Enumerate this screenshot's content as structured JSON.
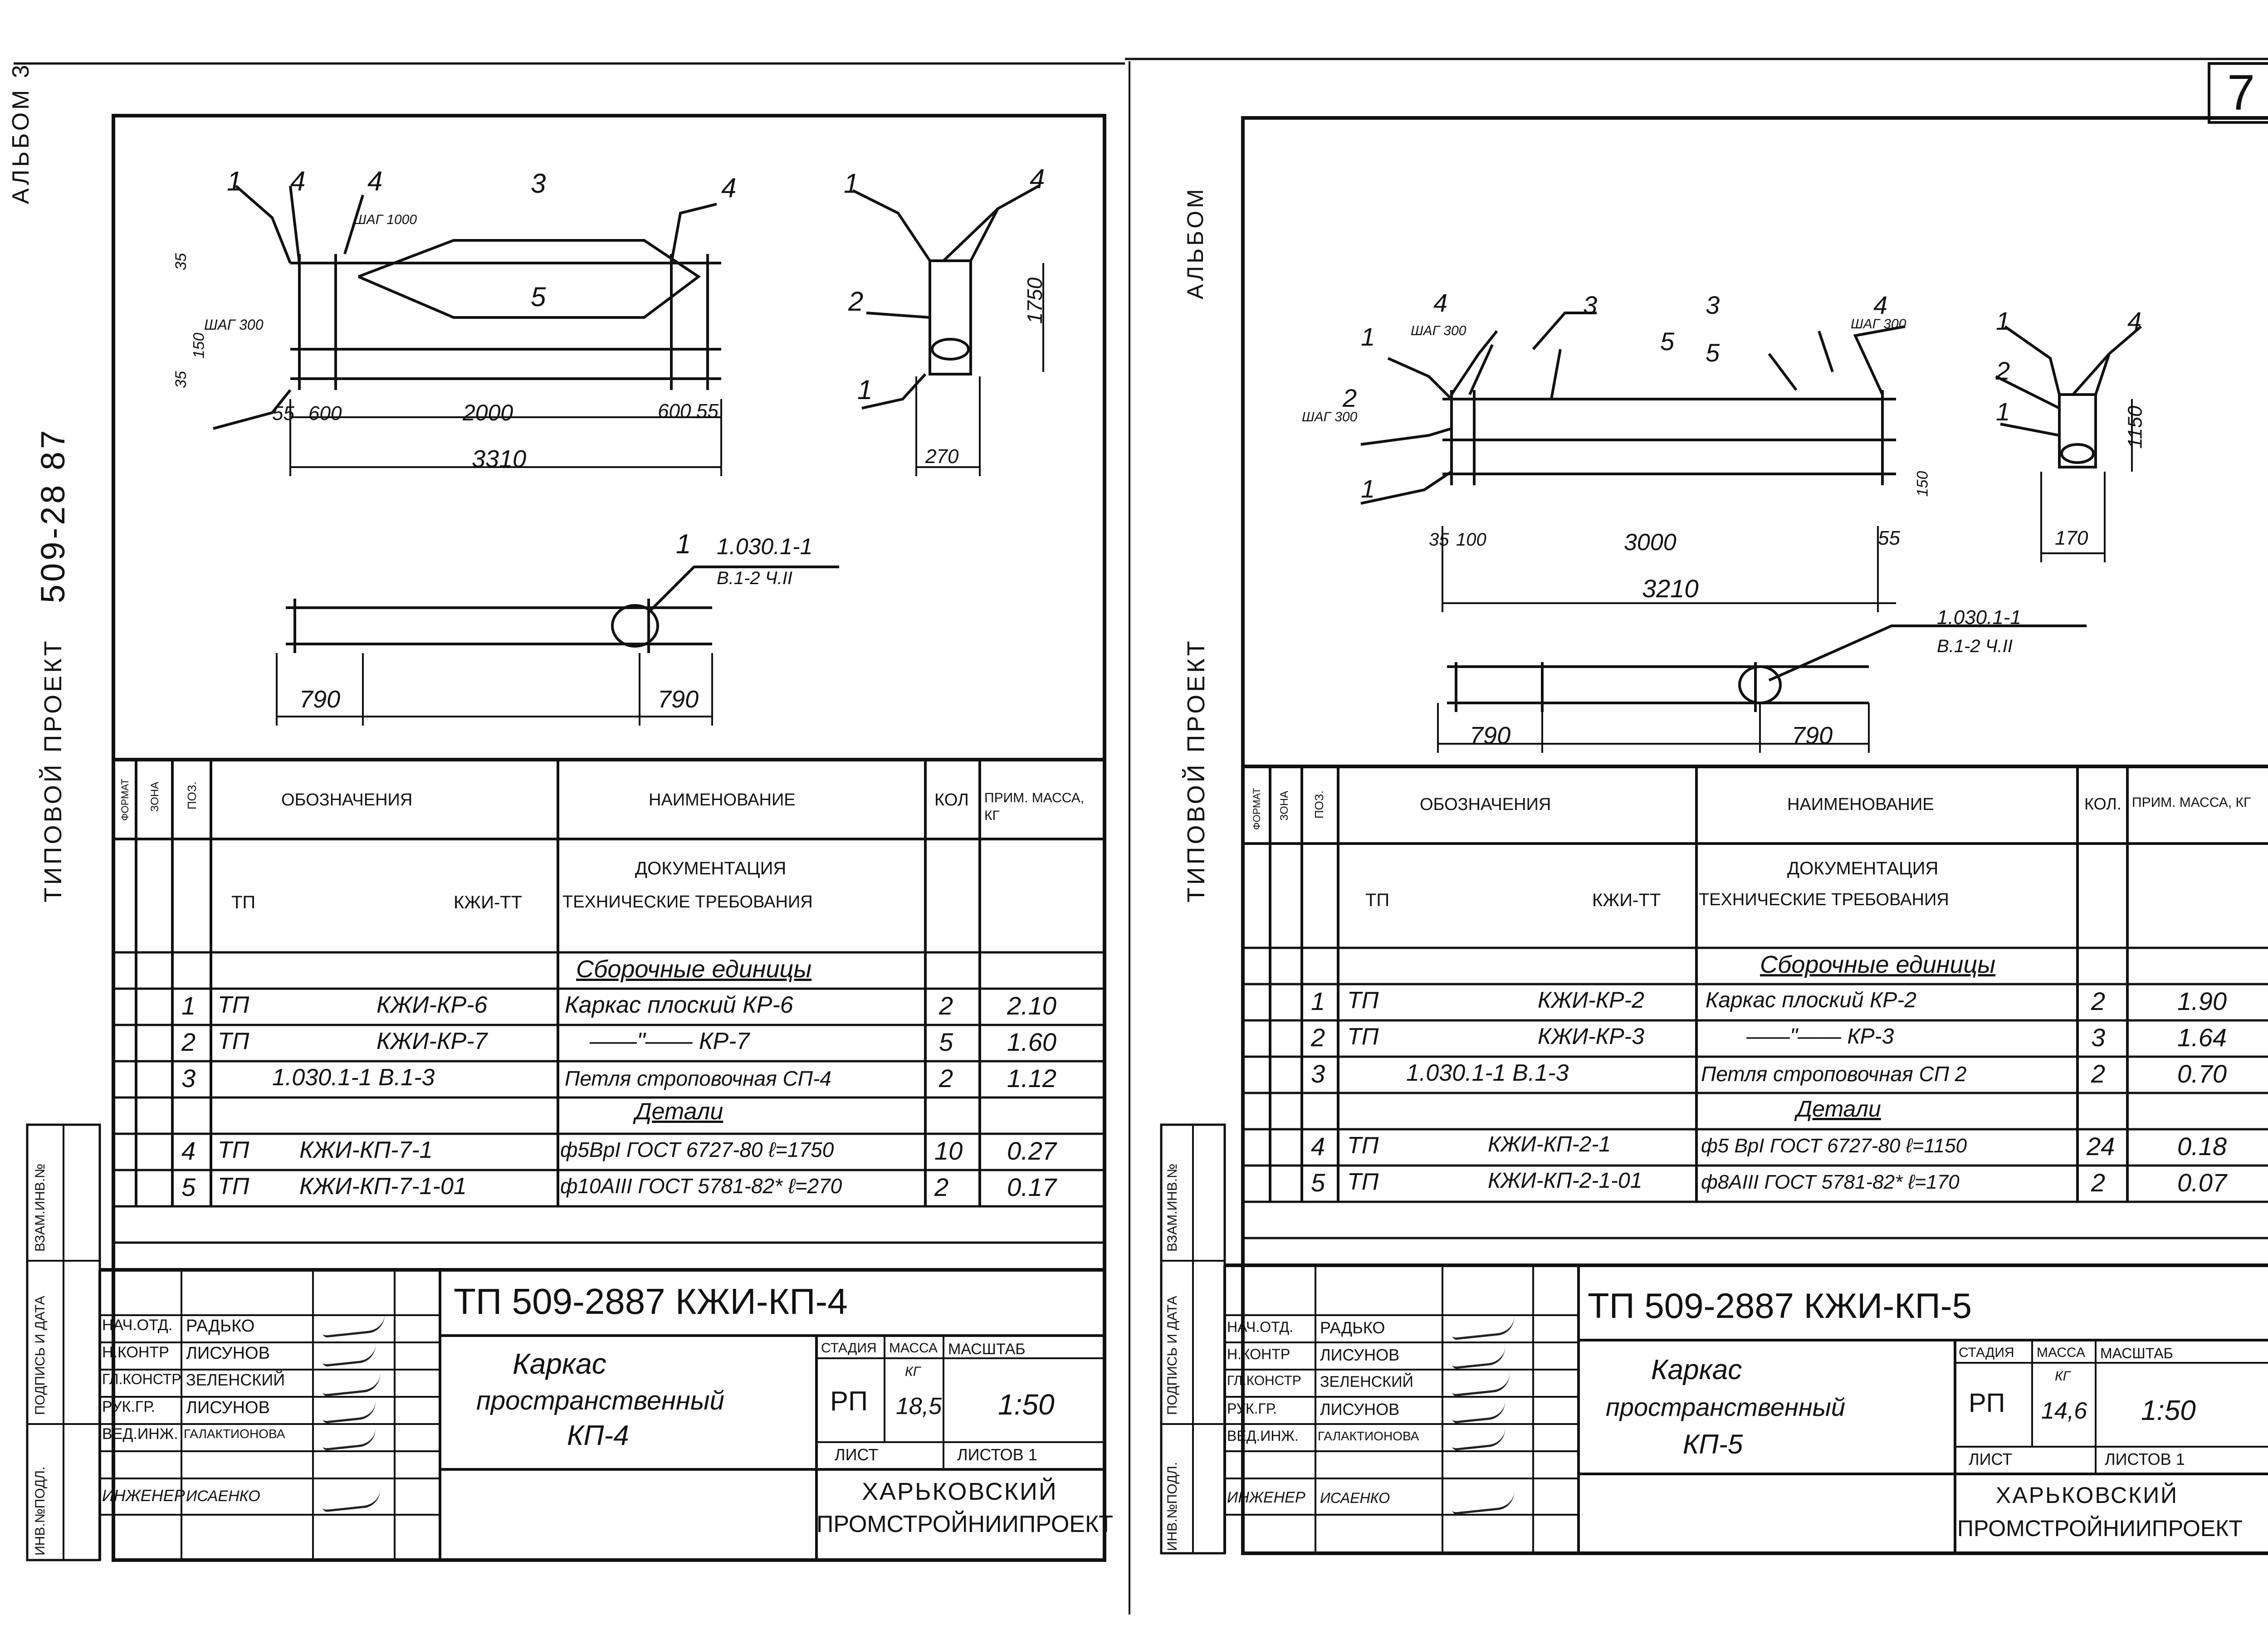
{
  "page": {
    "number": "7"
  },
  "left": {
    "side_labels": {
      "album": "АЛЬБОМ 3",
      "project_no": "509-28 87",
      "project": "ТИПОВОЙ ПРОЕКТ"
    },
    "stamp_labels": [
      "ИНВ.№ПОДЛ.",
      "ПОДПИСЬ И ДАТА",
      "ВЗАМ.ИНВ.№"
    ],
    "drawing": {
      "pos": [
        "1",
        "4",
        "4",
        "3",
        "5",
        "4",
        "1",
        "4",
        "2",
        "1",
        "1"
      ],
      "step_labels": [
        "ШАГ 1000",
        "ШАГ 300"
      ],
      "dims": [
        "35",
        "35",
        "150",
        "55",
        "600",
        "2000",
        "600",
        "55",
        "3310",
        "1750",
        "270",
        "790",
        "790"
      ],
      "ref": [
        "1.030.1-1",
        "В.1-2 Ч.II"
      ]
    },
    "table": {
      "headers": {
        "format": "ФОРМАТ",
        "zone": "ЗОНА",
        "pos": "ПОЗ.",
        "designation": "ОБОЗНАЧЕНИЯ",
        "name": "НАИМЕНОВАНИЕ",
        "qty": "КОЛ",
        "note": "ПРИМ. МАССА, КГ"
      },
      "doc_section": {
        "title": "ДОКУМЕНТАЦИЯ",
        "tp": "ТП",
        "code": "КЖИ-ТТ",
        "name": "ТЕХНИЧЕСКИЕ ТРЕБОВАНИЯ"
      },
      "units_title": "Сборочные единицы",
      "units": [
        {
          "pos": "1",
          "tp": "ТП",
          "code": "КЖИ-КР-6",
          "name": "Каркас плоский КР-6",
          "qty": "2",
          "mass": "2.10"
        },
        {
          "pos": "2",
          "tp": "ТП",
          "code": "КЖИ-КР-7",
          "name": "——\"——  КР-7",
          "qty": "5",
          "mass": "1.60"
        },
        {
          "pos": "3",
          "tp": "",
          "code": "1.030.1-1  В.1-3",
          "name": "Петля строповочная СП-4",
          "qty": "2",
          "mass": "1.12"
        }
      ],
      "details_title": "Детали",
      "details": [
        {
          "pos": "4",
          "tp": "ТП",
          "code": "КЖИ-КП-7-1",
          "name": "ф5ВрI ГОСТ 6727-80 ℓ=1750",
          "qty": "10",
          "mass": "0.27"
        },
        {
          "pos": "5",
          "tp": "ТП",
          "code": "КЖИ-КП-7-1-01",
          "name": "ф10АIII ГОСТ 5781-82* ℓ=270",
          "qty": "2",
          "mass": "0.17"
        }
      ]
    },
    "title_block": {
      "code": "ТП   509-2887  КЖИ-КП-4",
      "roles": [
        "НАЧ.ОТД.",
        "Н.КОНТР",
        "ГЛ.КОНСТР",
        "РУК.ГР.",
        "ВЕД.ИНЖ.",
        "ИНЖЕНЕР"
      ],
      "names": [
        "РАДЬКО",
        "ЛИСУНОВ",
        "ЗЕЛЕНСКИЙ",
        "ЛИСУНОВ",
        "ГАЛАКТИОНОВА",
        "ИСАЕНКО"
      ],
      "item_name": [
        "Каркас",
        "пространственный",
        "КП-4"
      ],
      "hdr": {
        "stage": "СТАДИЯ",
        "mass": "МАССА",
        "scale": "МАСШТАБ"
      },
      "stage": "РП",
      "mass_unit": "КГ",
      "mass": "18,5",
      "scale": "1:50",
      "sheet": "ЛИСТ",
      "sheets": "ЛИСТОВ 1",
      "org": [
        "ХАРЬКОВСКИЙ",
        "ПРОМСТРОЙНИИПРОЕКТ"
      ]
    }
  },
  "right": {
    "side_labels": {
      "album": "АЛЬБОМ",
      "project": "ТИПОВОЙ ПРОЕКТ"
    },
    "stamp_labels": [
      "ИНВ.№ПОДЛ.",
      "ПОДПИСЬ И ДАТА",
      "ВЗАМ.ИНВ.№"
    ],
    "drawing": {
      "pos": [
        "4",
        "3",
        "3",
        "4",
        "1",
        "4",
        "1",
        "5",
        "5",
        "2",
        "1",
        "2",
        "1"
      ],
      "step_labels": [
        "ШАГ 300",
        "ШАГ 300",
        "ШАГ 300"
      ],
      "dims": [
        "35",
        "100",
        "3000",
        "55",
        "3210",
        "150",
        "1150",
        "170",
        "790",
        "790"
      ],
      "ref": [
        "1.030.1-1",
        "В.1-2 Ч.II"
      ]
    },
    "table": {
      "headers": {
        "format": "ФОРМАТ",
        "zone": "ЗОНА",
        "pos": "ПОЗ.",
        "designation": "ОБОЗНАЧЕНИЯ",
        "name": "НАИМЕНОВАНИЕ",
        "qty": "КОЛ.",
        "note": "ПРИМ. МАССА, КГ"
      },
      "doc_section": {
        "title": "ДОКУМЕНТАЦИЯ",
        "tp": "ТП",
        "code": "КЖИ-ТТ",
        "name": "ТЕХНИЧЕСКИЕ ТРЕБОВАНИЯ"
      },
      "units_title": "Сборочные единицы",
      "units": [
        {
          "pos": "1",
          "tp": "ТП",
          "code": "КЖИ-КР-2",
          "name": "Каркас плоский  КР-2",
          "qty": "2",
          "mass": "1.90"
        },
        {
          "pos": "2",
          "tp": "ТП",
          "code": "КЖИ-КР-3",
          "name": "——\"——  КР-3",
          "qty": "3",
          "mass": "1.64"
        },
        {
          "pos": "3",
          "tp": "",
          "code": "1.030.1-1  В.1-3",
          "name": "Петля строповочная СП 2",
          "qty": "2",
          "mass": "0.70"
        }
      ],
      "details_title": "Детали",
      "details": [
        {
          "pos": "4",
          "tp": "ТП",
          "code": "КЖИ-КП-2-1",
          "name": "ф5 ВрI ГОСТ 6727-80 ℓ=1150",
          "qty": "24",
          "mass": "0.18"
        },
        {
          "pos": "5",
          "tp": "ТП",
          "code": "КЖИ-КП-2-1-01",
          "name": "ф8АIII ГОСТ 5781-82* ℓ=170",
          "qty": "2",
          "mass": "0.07"
        }
      ]
    },
    "title_block": {
      "code": "ТП   509-2887  КЖИ-КП-5",
      "roles": [
        "НАЧ.ОТД.",
        "Н.КОНТР",
        "ГЛ.КОНСТР",
        "РУК.ГР.",
        "ВЕД.ИНЖ.",
        "ИНЖЕНЕР"
      ],
      "names": [
        "РАДЬКО",
        "ЛИСУНОВ",
        "ЗЕЛЕНСКИЙ",
        "ЛИСУНОВ",
        "ГАЛАКТИОНОВА",
        "ИСАЕНКО"
      ],
      "item_name": [
        "Каркас",
        "пространственный",
        "КП-5"
      ],
      "hdr": {
        "stage": "СТАДИЯ",
        "mass": "МАССА",
        "scale": "МАСШТАБ"
      },
      "stage": "РП",
      "mass_unit": "КГ",
      "mass": "14,6",
      "scale": "1:50",
      "sheet": "ЛИСТ",
      "sheets": "ЛИСТОВ 1",
      "org": [
        "ХАРЬКОВСКИЙ",
        "ПРОМСТРОЙНИИПРОЕКТ"
      ]
    }
  }
}
